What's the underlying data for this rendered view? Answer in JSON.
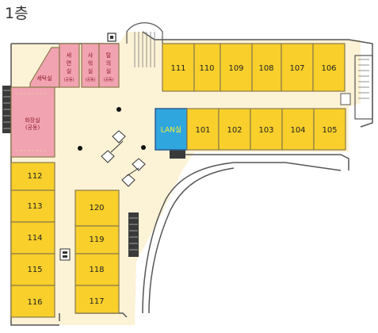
{
  "floor": {
    "title": "1층"
  },
  "rooms_top": [
    "111",
    "110",
    "109",
    "108",
    "107",
    "106"
  ],
  "rooms_mid": [
    "101",
    "102",
    "103",
    "104",
    "105"
  ],
  "rooms_left": [
    "112",
    "113",
    "114",
    "115",
    "116"
  ],
  "rooms_inner": [
    "120",
    "119",
    "118",
    "117"
  ],
  "lan_room": "LAN실",
  "facilities": {
    "laundry": "세탁실",
    "washroom": [
      "세",
      "면",
      "실",
      "(공동)"
    ],
    "shower": [
      "샤",
      "워",
      "실",
      "(공동)"
    ],
    "changing": [
      "탈",
      "의",
      "실",
      "(공동)"
    ],
    "restroom": [
      "화장실",
      "(공동)"
    ]
  },
  "colors": {
    "room": "#f8cf2b",
    "facility": "#f2a3b1",
    "lan": "#2fa6de",
    "corridor": "#fcf2d6"
  }
}
